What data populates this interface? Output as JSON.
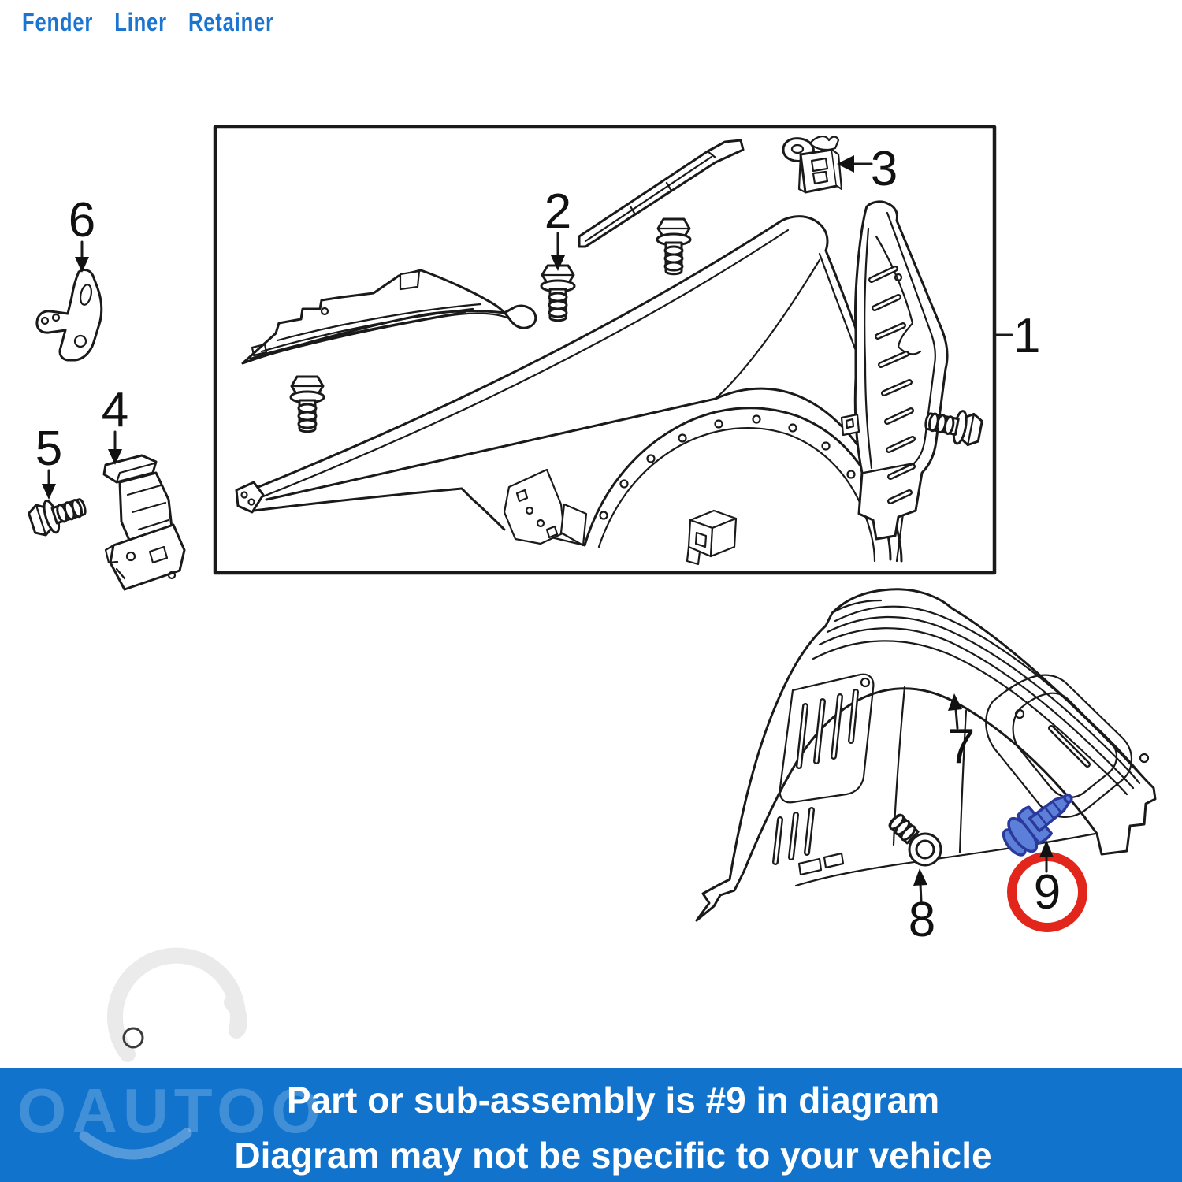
{
  "title": {
    "text": "Fender Liner Retainer"
  },
  "colors": {
    "title_blue": "#1b75d0",
    "banner_blue": "#1273cd",
    "line_black": "#1a1a1a",
    "highlight_ring_red": "#e2261c",
    "highlighted_part_fill_blue": "#5c80d9",
    "highlighted_part_stroke_blue": "#29399c"
  },
  "diagram": {
    "part_labels": {
      "n1": "1",
      "n2": "2",
      "n3": "3",
      "n4": "4",
      "n5": "5",
      "n6": "6",
      "n7": "7",
      "n8": "8",
      "n9": "9"
    },
    "highlighted_part_number": "9"
  },
  "banner": {
    "line1": "Part or sub-assembly is #9 in diagram",
    "line2": "Diagram may not be specific to your vehicle"
  },
  "watermark": {
    "text": "OAUTOO"
  }
}
